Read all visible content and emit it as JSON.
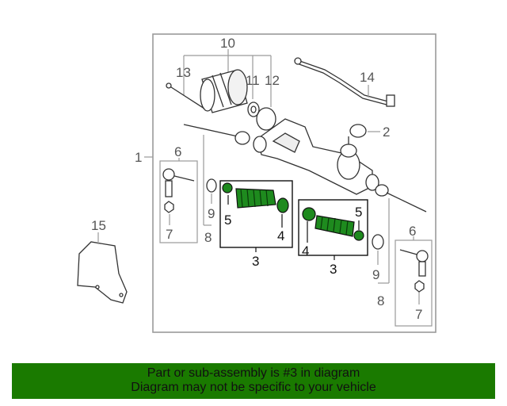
{
  "callouts": {
    "n1": "1",
    "n2": "2",
    "n3a": "3",
    "n3b": "3",
    "n4a": "4",
    "n4b": "4",
    "n5a": "5",
    "n5b": "5",
    "n6a": "6",
    "n6b": "6",
    "n7a": "7",
    "n7b": "7",
    "n8a": "8",
    "n8b": "8",
    "n9a": "9",
    "n9b": "9",
    "n10": "10",
    "n11": "11",
    "n12": "12",
    "n13": "13",
    "n14": "14",
    "n15": "15"
  },
  "banner": {
    "line1": "Part or sub-assembly is #3 in diagram",
    "line2": "Diagram may not be specific to your vehicle",
    "color": "#1a7a00"
  },
  "highlight_color": "#1e8a1e"
}
